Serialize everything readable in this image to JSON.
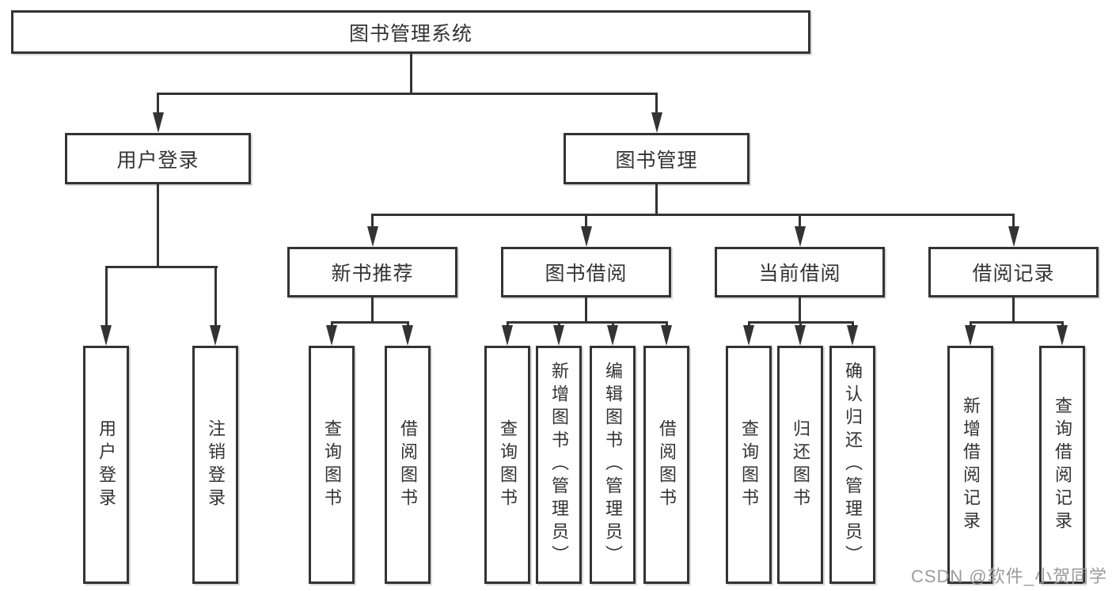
{
  "colors": {
    "line": "#333333",
    "box_border": "#333333",
    "text": "#333333",
    "watermark": "#9b9b9b",
    "background": "#ffffff"
  },
  "watermark": "CSDN @软件_小贺同学",
  "tree": {
    "root": {
      "label": "图书管理系统"
    },
    "branches": [
      {
        "label": "用户登录",
        "children": [
          {
            "label": "用户登录"
          },
          {
            "label": "注销登录"
          }
        ]
      },
      {
        "label": "图书管理",
        "sections": [
          {
            "label": "新书推荐",
            "children": [
              {
                "label": "查询图书"
              },
              {
                "label": "借阅图书"
              }
            ]
          },
          {
            "label": "图书借阅",
            "children": [
              {
                "label": "查询图书"
              },
              {
                "label": "新增图书（管理员）"
              },
              {
                "label": "编辑图书（管理员）"
              },
              {
                "label": "借阅图书"
              }
            ]
          },
          {
            "label": "当前借阅",
            "children": [
              {
                "label": "查询图书"
              },
              {
                "label": "归还图书"
              },
              {
                "label": "确认归还（管理员）"
              }
            ]
          },
          {
            "label": "借阅记录",
            "children": [
              {
                "label": "新增借阅记录"
              },
              {
                "label": "查询借阅记录"
              }
            ]
          }
        ]
      }
    ]
  }
}
